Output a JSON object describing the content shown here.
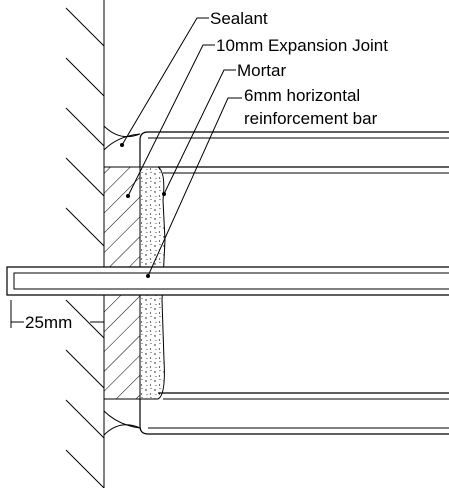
{
  "labels": {
    "sealant": "Sealant",
    "expansion_joint": "10mm Expansion Joint",
    "mortar": "Mortar",
    "bar_line1": "6mm horizontal",
    "bar_line2": "reinforcement bar",
    "dimension": "25mm"
  }
}
